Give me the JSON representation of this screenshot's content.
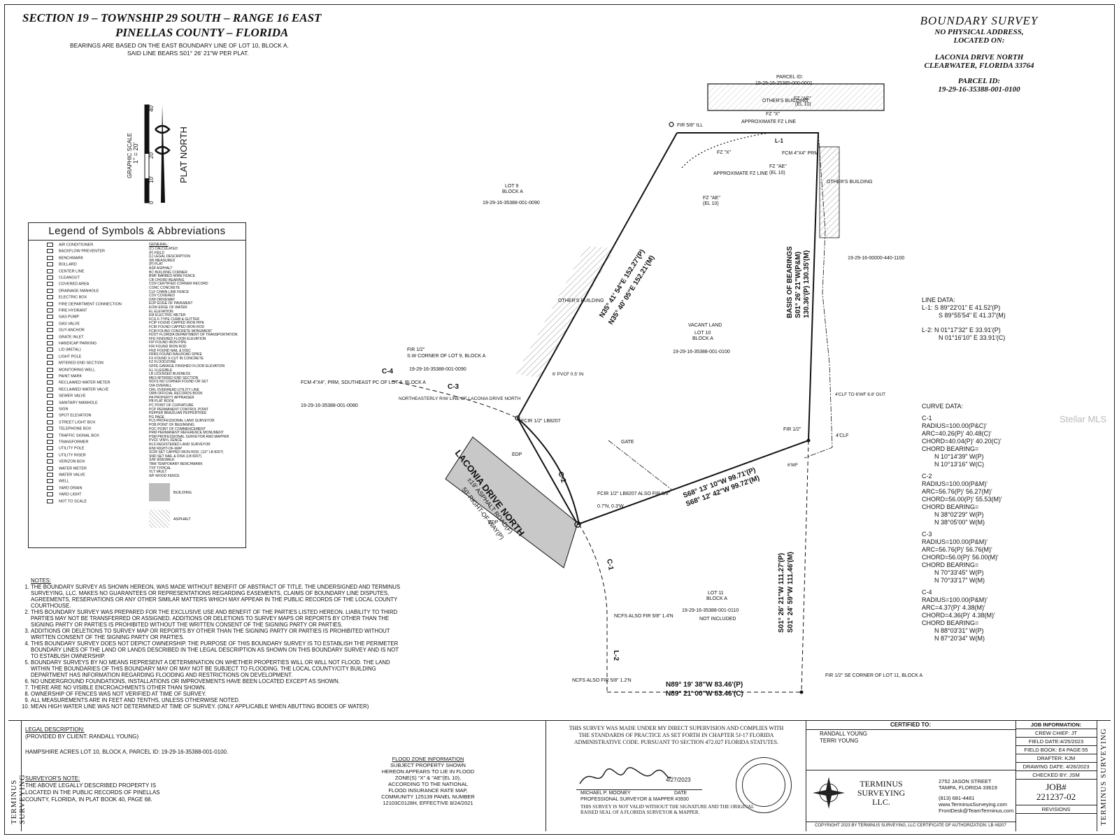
{
  "header": {
    "line1": "SECTION 19 – TOWNSHIP 29 SOUTH – RANGE 16 EAST",
    "line2": "PINELLAS COUNTY – FLORIDA",
    "bearing1": "BEARINGS ARE BASED ON THE EAST BOUNDARY LINE OF LOT 10, BLOCK A.",
    "bearing2": "SAID LINE BEARS S01° 26' 21\"W PER PLAT."
  },
  "survey_title": {
    "title": "BOUNDARY SURVEY",
    "sub1": "NO PHYSICAL ADDRESS,",
    "sub2": "LOCATED ON:",
    "addr1": "LACONIA DRIVE NORTH",
    "addr2": "CLEARWATER, FLORIDA 33764",
    "parcel_label": "PARCEL ID:",
    "parcel_id": "19-29-16-35388-001-0100"
  },
  "scale": {
    "ratio": "1\" = 20'",
    "label": "GRAPHIC SCALE",
    "t0": "0",
    "t10": "10'",
    "t20": "20'",
    "t40": "40'",
    "north": "PLAT NORTH"
  },
  "legend": {
    "title": "Legend of Symbols & Abbreviations",
    "symbols": [
      "AIR CONDITIONER",
      "BACKFLOW PREVENTER",
      "BENCHMARK",
      "BOLLARD",
      "CENTER LINE",
      "CLEANOUT",
      "COVERED AREA",
      "DRAINAGE MANHOLE",
      "ELECTRIC BOX",
      "FIRE DEPARTMENT CONNECTION",
      "FIRE HYDRANT",
      "GAS PUMP",
      "GAS VALVE",
      "GUY ANCHOR",
      "GRATE INLET",
      "HANDICAP PARKING",
      "LID (METAL)",
      "LIGHT POLE",
      "MITERED END SECTION",
      "MONITORING WELL",
      "PAINT MARK",
      "RECLAIMED WATER METER",
      "RECLAIMED WATER VALVE",
      "SEWER VALVE",
      "SANITARY MANHOLE",
      "SIGN",
      "SPOT ELEVATION",
      "STREET LIGHT BOX",
      "TELEPHONE BOX",
      "TRAFFIC SIGNAL BOX",
      "TRANSFORMER",
      "UTILITY POLE",
      "UTILITY RISER",
      "VERIZON BOX",
      "WATER METER",
      "WATER VALVE",
      "WELL",
      "YARD DRAIN",
      "YARD LIGHT",
      "NOT TO SCALE"
    ],
    "abbr_header": "GENERAL:",
    "abbr": [
      "(C)  CALCULATED",
      "(F)  FIELD",
      "(L)  LEGAL DESCRIPTION",
      "(M)  MEASURED",
      "(P)  PLAT",
      "ASP  ASPHALT",
      "BC  BUILDING CORNER",
      "BWF  BARBED-WIRE FENCE",
      "CB  CHORD BEARING",
      "CCR  CERTIFIED CORNER RECORD",
      "CONC  CONCRETE",
      "CLF  CHAIN LINK FENCE",
      "COV  COVERED",
      "D/W  DRIVEWAY",
      "EOP  EDGE OF PAVEMENT",
      "EOW  EDGE OF WATER",
      "EL  ELEVATION",
      "EM  ELECTRIC METER",
      "FCG  F-TYPE CURB & GUTTER",
      "FCIP  FOUND CAPPED IRON PIPE",
      "FCIR  FOUND CAPPED IRON ROD",
      "FCM  FOUND CONCRETE MONUMENT",
      "FDOT  FLORIDA DEPARTMENT OF TRANSPORTATION",
      "FFE  FINISHED FLOOR ELEVATION",
      "FIP  FOUND IRON PIPE",
      "FIR  FOUND IRON ROD",
      "FND  FOUND NAIL & DISC",
      "FRRS  FOUND RAILROAD SPIKE",
      "FX  FOUND X-CUT IN CONCRETE",
      "FZ  FLOODZONE",
      "GFFE  GARAGE FINISHED FLOOR ELEVATION",
      "ILL  ILLEGIBLE",
      "LB  LICENSED BUSINESS",
      "MES  MITERED END SECTION",
      "NCFS  NO CORNER FOUND OR SET",
      "O/A  OVERALL",
      "OHL  OVERHEAD UTILITY LINE",
      "ORB  OFFICIAL RECORDS BOOK",
      "PA  PROPERTY APPRAISER",
      "PB  PLAT BOOK",
      "PC  POINT OF CURVATURE",
      "PCP  PERMANENT CONTROL POINT",
      "PEPPER  BRAZILIAN PEPPERTREE",
      "PG  PAGE",
      "PLS  PROFESSIONAL LAND SURVEYOR",
      "POB  POINT OF BEGINNING",
      "POC  POINT OF COMMENCEMENT",
      "PRM  PERMANENT REFERENCE MONUMENT",
      "PSM  PROFESSIONAL SURVEYOR AND MAPPER",
      "PVCF  VINYL FENCE",
      "RLS  REGISTERED LAND SURVEYOR",
      "R/W  RIGHT-OF-WAY",
      "SCIR  SET CAPPED IRON ROD. (1/2\" LB 8207)",
      "SND  SET NAIL & DISK (LB 8207)",
      "S/W  SIDEWALK",
      "TBM  TEMPORARY BENCHMARK",
      "TYP  TYPICAL",
      "VLT  VAULT",
      "WF  WOOD FENCE"
    ],
    "building": "BUILDING",
    "asphalt": "ASPHALT"
  },
  "line_data": {
    "title": "LINE DATA:",
    "l1a": "L-1:  S 89°22'01\" E 41.52'(P)",
    "l1b": "S 89°55'54\" E 41.37'(M)",
    "l2a": "L-2:  N 01°17'32\" E 33.91'(P)",
    "l2b": "N 01°16'10\" E 33.91'(C)"
  },
  "curve_data": {
    "title": "CURVE DATA:",
    "c1": [
      "C-1",
      "RADIUS=100.00(P&C)'",
      "ARC=40.26(P)' 40.48(C)'",
      "CHORD=40.04(P)' 40.20(C)'",
      "CHORD BEARING=",
      "N 10°14'39\" W(P)",
      "N 10°13'16\" W(C)"
    ],
    "c2": [
      "C-2",
      "RADIUS=100.00(P&M)'",
      "ARC=56.76(P)' 56.27(M)'",
      "CHORD=56.00(P)' 55.53(M)'",
      "CHORD BEARING=",
      "N 38°02'29\" W(P)",
      "N 38°05'00\" W(M)"
    ],
    "c3": [
      "C-3",
      "RADIUS=100.00(P&M)'",
      "ARC=56.76(P)' 56.76(M)'",
      "CHORD=56.0(P)' 56.00(M)'",
      "CHORD BEARING=",
      "N 70°33'45\" W(P)",
      "N 70°33'17\" W(M)"
    ],
    "c4": [
      "C-4",
      "RADIUS=100.00(P&M)'",
      "ARC=4.37(P)' 4.38(M)'",
      "CHORD=4.36(P)' 4.38(M)'",
      "CHORD BEARING=",
      "N 88°03'31\" W(P)",
      "N 87°20'34\" W(M)"
    ]
  },
  "plat": {
    "parcel_top": "PARCEL ID:",
    "parcel_top_id": "19-29-16-25385-000-0001",
    "others_building": "OTHER'S BUILDING",
    "fz_x": "FZ \"X\"",
    "fz_ae": "FZ \"AE\"",
    "el10": "(EL 10)",
    "approx_fz": "APPROXIMATE FZ LINE",
    "fir_58": "FIR 5/8\" ILL",
    "fcm_prm": "FCM 4\"X4\" PRM",
    "lot9": "LOT 9",
    "block_a": "BLOCK A",
    "lot9_parcel": "19-29-16-35388-001-0090",
    "lot10": "LOT 10",
    "vacant": "VACANT LAND",
    "lot10_parcel": "19-29-16-35388-001-0100",
    "lot11": "LOT 11",
    "lot11_parcel": "19-29-16-35388-001-0110",
    "not_included": "NOT INCLUDED",
    "parcel_east": "19-29-16-00000-440-1100",
    "nw_line_p": "N35° 41' 54\"E 152.27'(P)",
    "nw_line_m": "N35° 40' 05\"E 152.21'(M)",
    "east_basis": "BASIS OF BEARINGS",
    "east_p": "S01° 26' 21\"W(P&M)",
    "east_m": "130.36'(P) 130.35'(M)",
    "south_p": "S68° 13' 10\"W 99.71'(P)",
    "south_m": "S68° 12' 42\"W 99.72'(M)",
    "lot11e_p": "S01° 26' 21\"W 111.27'(P)",
    "lot11e_m": "S01° 24' 59\"W 111.46'(M)",
    "bottom_p": "N89° 19' 38\"W 83.46'(P)",
    "bottom_c": "N89° 21' 00\"W 83.46'(C)",
    "road1": "LACONIA DRIVE NORTH",
    "road2": "±19' ASPHALT ROAD(F)",
    "road3": "50' RIGHT-OF-WAY(P)",
    "fir_12_sw": "FIR 1/2\"",
    "sw_corner": "S.W CORNER OF LOT 9, BLOCK A",
    "sw_parcel": "19-29-16-35388-001-0090",
    "fcm_se": "FCM 4\"X4\", PRM, SOUTHEAST PC OF LOT 8, BLOCK A",
    "lot8_parcel": "19-29-16-35388-001-0080",
    "ne_rw": "NORTHEASTERLY R/W LINE OF LACONIA DRIVE NORTH",
    "fcir_lb": "FCIR 1/2\" LB8207",
    "fcir_also": "FCIR 1/2\" LB8207 ALSO FIR 5/8\"",
    "fcir_offset": "0.7'N, 0.3'W",
    "gate": "GATE",
    "fir_12": "FIR 1/2\"",
    "ncfs_a": "NCFS ALSO FIR 5/8\" 1.4'N",
    "ncfs_b": "NCFS ALSO FIR 5/8\" 1.2'N",
    "fir_se": "FIR 1/2\" SE CORNER OF LOT 11, BLOCK A",
    "c1": "C-1",
    "c2": "C-2",
    "c3": "C-3",
    "c4": "C-4",
    "l1": "L-1",
    "l2": "L-2",
    "edp": "EDP",
    "pvcf_6": "6' PVCF 0.5' IN",
    "wf_6": "6'WF",
    "clf_4": "4'CLF",
    "clf_to_wf": "4'CLF TO 6'WF 8.8' OUT"
  },
  "notes": {
    "title": "NOTES:",
    "items": [
      "THE BOUNDARY SURVEY AS SHOWN HEREON, WAS MADE WITHOUT BENEFIT OF ABSTRACT OF TITLE. THE UNDERSIGNED AND TERMINUS SURVEYING, LLC. MAKES NO GUARANTEES OR REPRESENTATIONS REGARDING EASEMENTS, CLAIMS OF BOUNDARY LINE DISPUTES, AGREEMENTS, RESERVATIONS OR ANY OTHER SIMILAR MATTERS WHICH MAY APPEAR IN THE PUBLIC RECORDS OF THE LOCAL COUNTY COURTHOUSE.",
      "THIS BOUNDARY SURVEY WAS PREPARED FOR THE EXCLUSIVE USE AND BENEFIT OF THE PARTIES LISTED HEREON. LIABILITY TO THIRD PARTIES MAY NOT BE TRANSFERRED OR ASSIGNED. ADDITIONS OR DELETIONS TO SURVEY MAPS OR REPORTS BY OTHER THAN THE SIGNING PARTY OR PARTIES IS PROHIBITED WITHOUT THE WRITTEN CONSENT OF THE SIGNING PARTY OR PARTIES.",
      "ADDITIONS OR DELETIONS TO SURVEY MAP OR REPORTS BY OTHER THAN THE SIGNING PARTY OR PARTIES IS PROHIBITED WITHOUT WRITTEN CONSENT OF THE SIGNING PARTY OR PARTIES.",
      "THIS BOUNDARY SURVEY DOES NOT DEPICT OWNERSHIP. THE PURPOSE OF THIS BOUNDARY SURVEY IS TO ESTABLISH THE PERIMETER BOUNDARY LINES OF THE LAND OR LANDS DESCRIBED IN THE LEGAL DESCRIPTION AS SHOWN ON THIS BOUNDARY SURVEY AND IS NOT TO ESTABLISH OWNERSHIP.",
      "BOUNDARY SURVEYS BY NO MEANS REPRESENT A DETERMINATION ON WHETHER PROPERTIES WILL OR WILL NOT FLOOD. THE LAND WITHIN THE BOUNDARIES OF THIS BOUNDARY MAY OR MAY NOT BE SUBJECT TO FLOODING. THE LOCAL COUNTY/CITY BUILDING DEPARTMENT HAS INFORMATION REGARDING FLOODING AND RESTRICTIONS ON DEVELOPMENT.",
      "NO UNDERGROUND FOUNDATIONS, INSTALLATIONS OR IMPROVEMENTS HAVE BEEN LOCATED EXCEPT AS SHOWN.",
      "THERE ARE NO VISIBLE ENCROACHMENTS OTHER THAN SHOWN.",
      "OWNERSHIP OF FENCES WAS NOT VERIFIED AT TIME OF SURVEY.",
      "ALL MEASUREMENTS ARE IN FEET AND TENTHS, UNLESS OTHERWISE NOTED.",
      "MEAN HIGH WATER LINE WAS NOT DETERMINED AT TIME OF SURVEY. (ONLY APPLICABLE WHEN ABUTTING BODIES OF WATER)"
    ]
  },
  "titleblock": {
    "company_vertical": "TERMINUS SURVEYING",
    "legal_title": "LEGAL DESCRIPTION:",
    "legal_provided": "(PROVIDED BY CLIENT: RANDALL YOUNG)",
    "legal_text": "HAMPSHIRE ACRES LOT 10, BLOCK A, PARCEL ID: 19-29-16-35388-001-0100.",
    "surveyor_note_title": "SURVEYOR'S NOTE:",
    "surveyor_note": "THE ABOVE LEGALLY DESCRIBED PROPERTY IS LOCATED IN THE PUBLIC RECORDS OF PINELLAS COUNTY, FLORIDA, IN PLAT BOOK 40, PAGE 68.",
    "flood_title": "FLOOD ZONE INFORMATION",
    "flood_text": "SUBJECT PROPERTY SHOWN HEREON APPEARS TO LIE IN FLOOD ZONE(S) \"X\" & \"AE\"(EL 10), ACCORDING TO THE NATIONAL FLOOD INSURANCE RATE MAP, COMMUNITY 125139 PANEL NUMBER 12103C0128H, EFFECTIVE 8/24/2021",
    "cert_text": "THIS SURVEY WAS MADE UNDER MY DIRECT SUPERVISION AND COMPLIES WITH THE STANDARDS OF PRACTICE AS SET FORTH IN CHAPTER 5J-17 FLORIDA ADMINISTRATIVE CODE. PURSUANT TO SECTION 472.027 FLORIDA STATUTES.",
    "sign_date": "4/27/2023",
    "date_label": "DATE",
    "surveyor_name": "MICHAEL P. MOONEY",
    "surveyor_title": "PROFESSIONAL SURVEYOR & MAPPER #3930",
    "invalid_note": "THIS SURVEY IS NOT VALID WITHOUT THE SIGNATURE AND THE ORIGINAL RAISED SEAL OF A FLORIDA SURVEYOR & MAPPER.",
    "certified_to": "CERTIFIED TO:",
    "client1": "RANDALL YOUNG",
    "client2": "TERRI YOUNG",
    "company1": "TERMINUS",
    "company2": "SURVEYING",
    "company3": "LLC.",
    "address1": "2752 JASON STREET",
    "address2": "TAMPA, FLORIDA 33619",
    "phone": "(813) 681-4481",
    "web": "www.TerminusSurveying.com",
    "email": "FrontDesk@TeamTerminus.com",
    "copyright": "COPYRIGHT 2023 BY TERMINUS SURVEYING, LLC CERTIFICATE OF AUTHORIZATION: LB #8207",
    "job_info": "JOB INFORMATION:",
    "crew": "CREW CHIEF: JT",
    "field_date": "FIELD DATE:4/25/2023",
    "field_book": "FIELD BOOK: E4 PAGE:55",
    "drafter": "DRAFTER: KJM",
    "drawing_date": "DRAWING DATE: 4/26/2023",
    "checked": "CHECKED BY: JSM",
    "job_label": "JOB#",
    "job_number": "221237-02",
    "revisions": "REVISIONS",
    "watermark": "Stellar MLS"
  }
}
